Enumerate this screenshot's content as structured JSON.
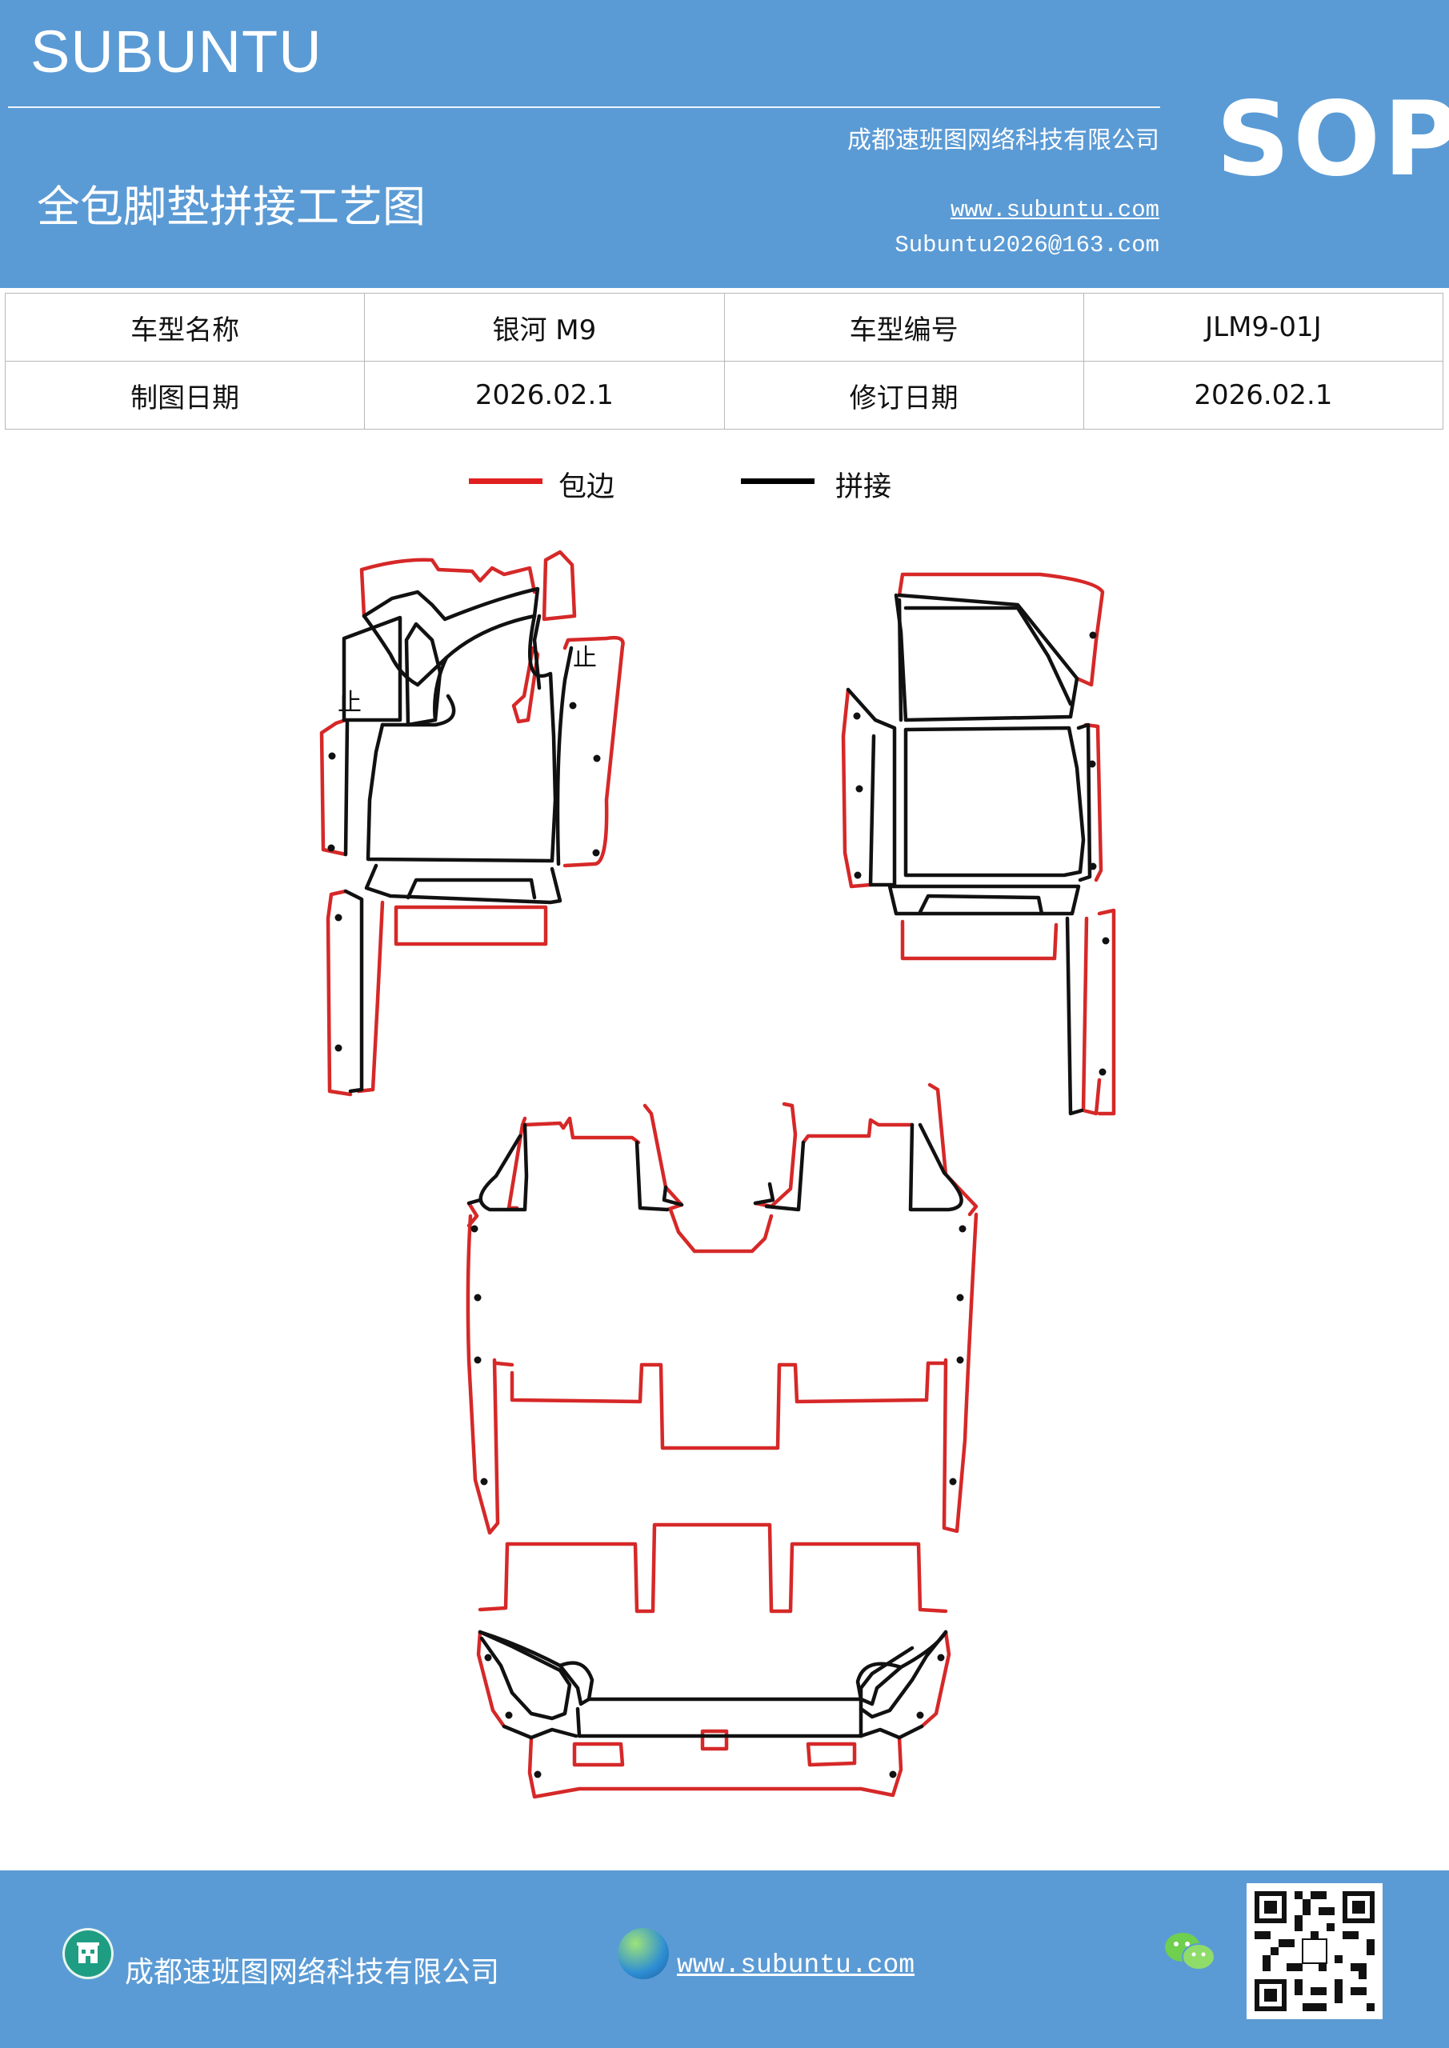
{
  "header": {
    "brand": "SUBUNTU",
    "badge": "SOP",
    "title": "全包脚垫拼接工艺图",
    "company": "成都速班图网络科技有限公司",
    "website": "www.subuntu.com",
    "email": "Subuntu2026@163.com"
  },
  "info_table": {
    "rows": [
      [
        "车型名称",
        "银河 M9",
        "车型编号",
        "JLM9-01J"
      ],
      [
        "制图日期",
        "2026.02.1",
        "修订日期",
        "2026.02.1"
      ]
    ]
  },
  "legend": {
    "items": [
      {
        "label": "包边",
        "color": "#e02020"
      },
      {
        "label": "拼接",
        "color": "#000000"
      }
    ]
  },
  "drawing": {
    "marks": [
      "止",
      "止"
    ]
  },
  "footer": {
    "company": "成都速班图网络科技有限公司",
    "website": "www.subuntu.com",
    "icons": [
      "building-icon",
      "globe-icon",
      "wechat-icon",
      "qr-code"
    ]
  },
  "colors": {
    "header_bg": "#5b9bd5",
    "edge_red": "#d62828",
    "join_black": "#111111"
  }
}
